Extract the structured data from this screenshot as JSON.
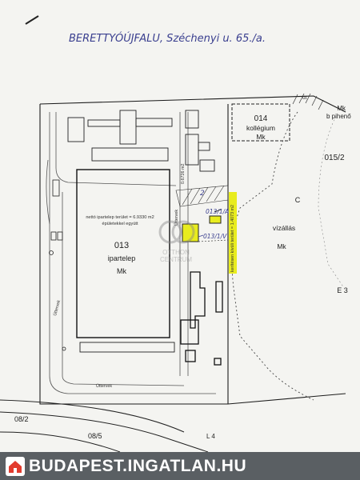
{
  "header": {
    "handwritten_address": "BERETTYÓÚJFALU, Széchenyi u. 65./a."
  },
  "parcels": [
    {
      "id": "parcel-013",
      "number": "013",
      "use": "ipartelep",
      "class": "Mk"
    },
    {
      "id": "parcel-014",
      "number": "014",
      "use": "kollégium",
      "class": "Mk"
    },
    {
      "id": "parcel-015-2",
      "number": "015/2"
    },
    {
      "id": "parcel-c",
      "number": "C",
      "use": "vízállás",
      "class": "Mk"
    }
  ],
  "annotations": {
    "netto_area": "nettó ipartelep terület = 6.9330 m2",
    "with_buildings": "épületekkel együtt",
    "mk_top": "Mk",
    "b_pihenő": "b pihenő",
    "road_ut": "út",
    "strip_area": "0.6726 m2",
    "vertical_area": "kerítésen kívüli terület = 1.4073 m2",
    "road_top": "Úttervek",
    "road_left": "Úttervek",
    "road_bottom": "Úttervek",
    "e3": "E 3",
    "l4": "L 4",
    "p_08_2": "08/2",
    "p_08_5": "08/5",
    "hand_013_1_a": "013/1/A",
    "hand_013_1_v": "013/1/V"
  },
  "watermark": {
    "line1": "OTTHON",
    "line2": "CENTRUM"
  },
  "brand": {
    "text": "BUDAPEST.INGATLAN.HU"
  },
  "colors": {
    "highlight": "#e8ec1e",
    "ink": "#1c1c1c",
    "handwriting": "#3a3f8f",
    "brand_bg": "#5a5f63"
  }
}
